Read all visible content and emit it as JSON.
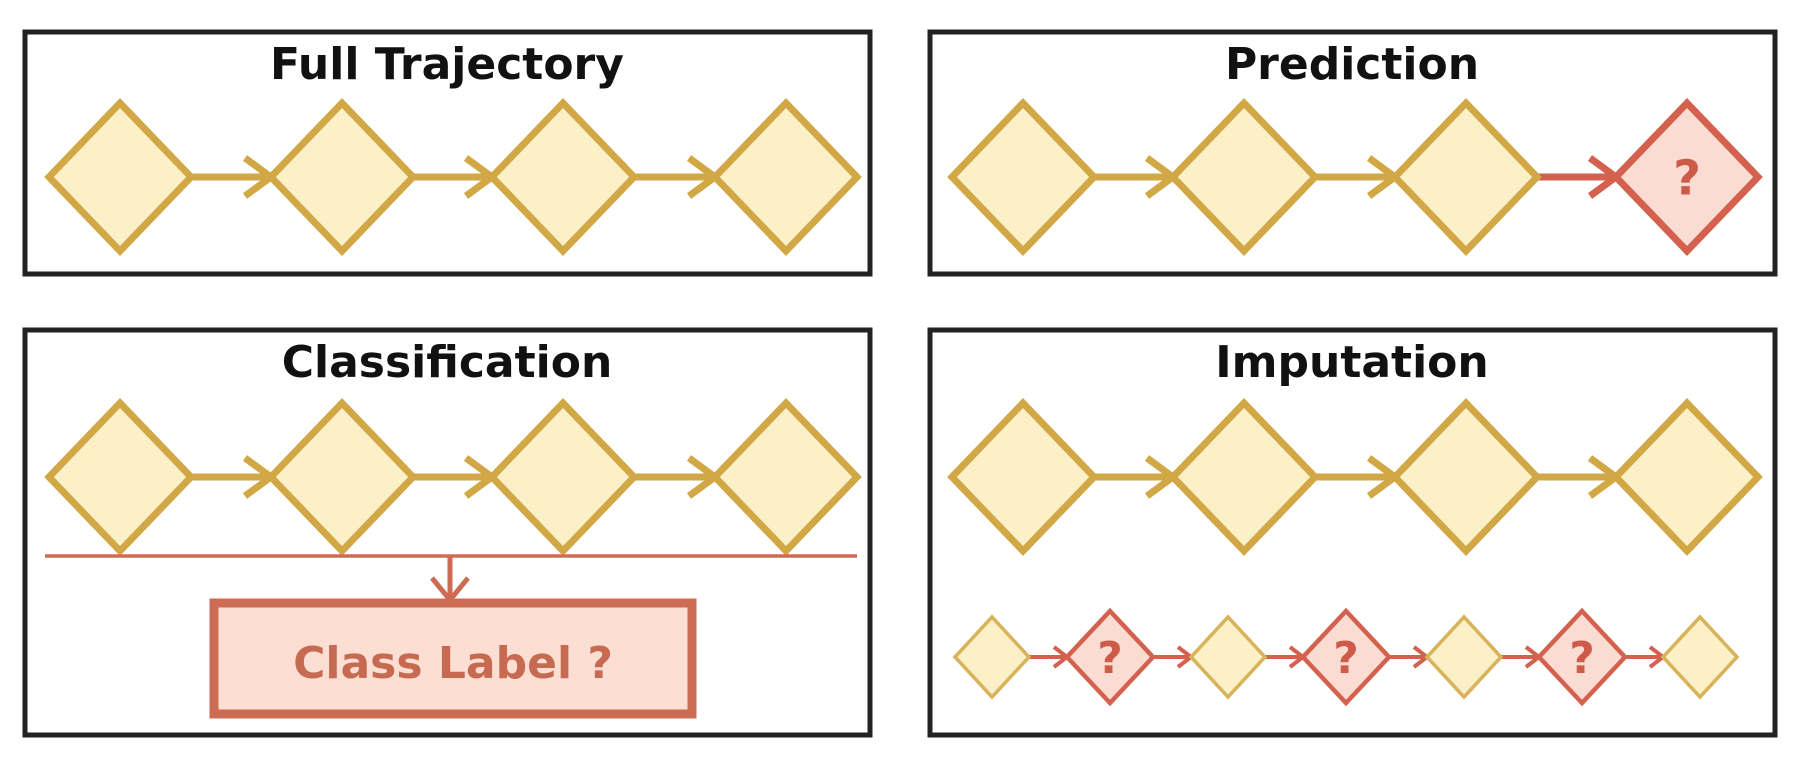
{
  "figure": {
    "description_tasks": [
      "Full Trajectory",
      "Prediction",
      "Classification",
      "Imputation"
    ]
  },
  "colors": {
    "background": "#ffffff",
    "panel_border": "#222222",
    "title_text": "#111111",
    "gold_stroke": "#d1a845",
    "gold_fill": "#fbf0c8",
    "small_gold_stroke": "#d8b35a",
    "red_stroke": "#d4604e",
    "red_fill": "#fbdcd2",
    "question_mark": "#cd5b49",
    "aggregate_line": "#cf6a55",
    "box_border": "#cb6c53",
    "box_fill": "#fcded3",
    "box_text": "#c76a52"
  },
  "panels": [
    {
      "id": "full-trajectory",
      "title": "Full Trajectory",
      "nodes": [
        {
          "type": "plain"
        },
        {
          "type": "plain"
        },
        {
          "type": "plain"
        },
        {
          "type": "plain"
        }
      ]
    },
    {
      "id": "prediction",
      "title": "Prediction",
      "nodes": [
        {
          "type": "plain"
        },
        {
          "type": "plain"
        },
        {
          "type": "plain"
        },
        {
          "type": "unknown",
          "label": "?"
        }
      ]
    },
    {
      "id": "classification",
      "title": "Classification",
      "nodes": [
        {
          "type": "plain"
        },
        {
          "type": "plain"
        },
        {
          "type": "plain"
        },
        {
          "type": "plain"
        }
      ],
      "output_label": "Class Label ?"
    },
    {
      "id": "imputation",
      "title": "Imputation",
      "nodes": [
        {
          "type": "plain"
        },
        {
          "type": "plain"
        },
        {
          "type": "plain"
        },
        {
          "type": "plain"
        }
      ],
      "sub_nodes": [
        {
          "type": "plain"
        },
        {
          "type": "unknown",
          "label": "?"
        },
        {
          "type": "plain"
        },
        {
          "type": "unknown",
          "label": "?"
        },
        {
          "type": "plain"
        },
        {
          "type": "unknown",
          "label": "?"
        },
        {
          "type": "plain"
        }
      ]
    }
  ]
}
